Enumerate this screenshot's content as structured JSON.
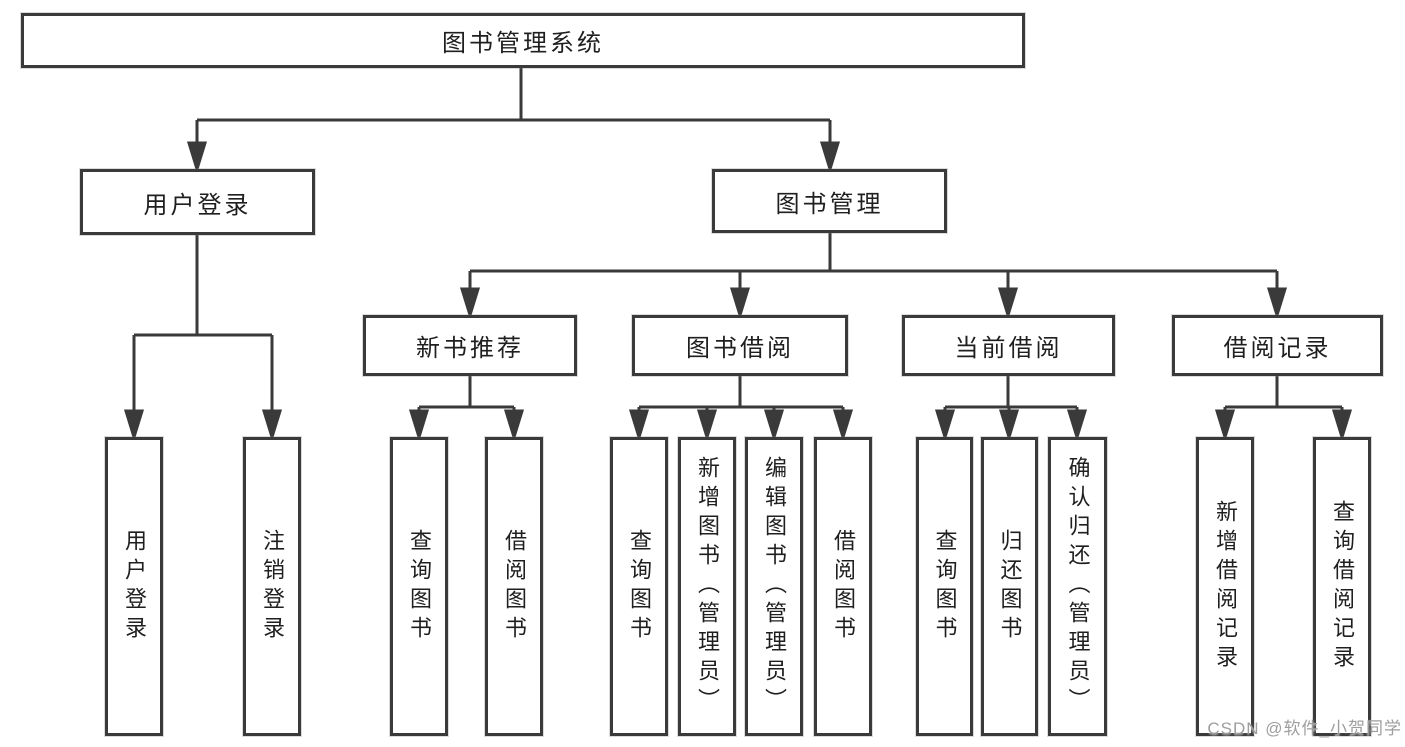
{
  "diagram": {
    "type": "hierarchy-tree",
    "tree": {
      "root": {
        "label": "图书管理系统",
        "children": [
          {
            "label": "用户登录",
            "children": [
              {
                "label": "用户登录"
              },
              {
                "label": "注销登录"
              }
            ]
          },
          {
            "label": "图书管理",
            "children": [
              {
                "label": "新书推荐",
                "children": [
                  {
                    "label": "查询图书"
                  },
                  {
                    "label": "借阅图书"
                  }
                ]
              },
              {
                "label": "图书借阅",
                "children": [
                  {
                    "label": "查询图书"
                  },
                  {
                    "label": "新增图书（管理员）"
                  },
                  {
                    "label": "编辑图书（管理员）"
                  },
                  {
                    "label": "借阅图书"
                  }
                ]
              },
              {
                "label": "当前借阅",
                "children": [
                  {
                    "label": "查询图书"
                  },
                  {
                    "label": "归还图书"
                  },
                  {
                    "label": "确认归还（管理员）"
                  }
                ]
              },
              {
                "label": "借阅记录",
                "children": [
                  {
                    "label": "新增借阅记录"
                  },
                  {
                    "label": "查询借阅记录"
                  }
                ]
              }
            ]
          }
        ]
      }
    },
    "colors": {
      "background": "#ffffff",
      "box_fill": "#ffffff",
      "box_border": "#3a3a3a",
      "connector_line": "#3a3a3a",
      "text": "#1f1f1f",
      "watermark": "#9e9e9e"
    }
  },
  "watermark": {
    "text": "CSDN @软件_小贺同学"
  }
}
